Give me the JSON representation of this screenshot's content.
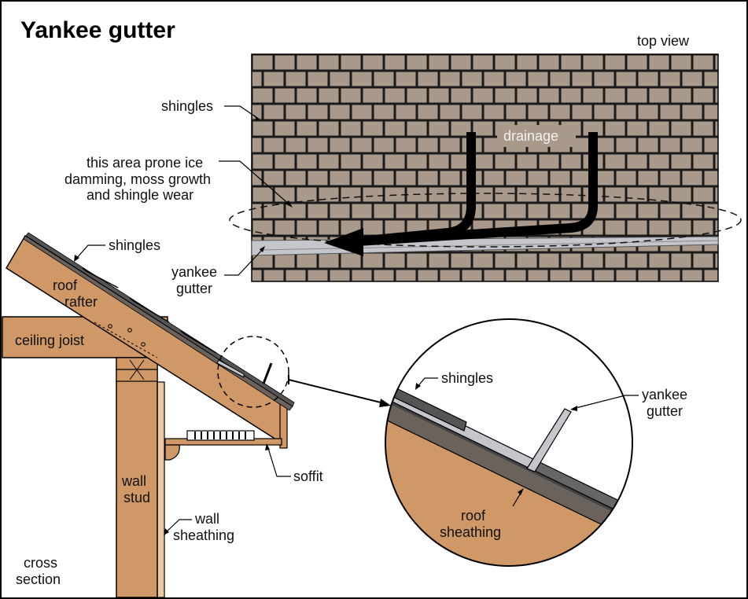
{
  "title": "Yankee gutter",
  "views": {
    "top_view": "top view",
    "cross_section": [
      "cross",
      "section"
    ]
  },
  "labels": {
    "shingles_top": "shingles",
    "prone_area": [
      "this area prone ice",
      "damming, moss growth",
      "and shingle wear"
    ],
    "drainage": "drainage",
    "shingles_rafter": "shingles",
    "yankee_gutter_left": [
      "yankee",
      "gutter"
    ],
    "roof_rafter": [
      "roof",
      "rafter"
    ],
    "ceiling_joist": "ceiling joist",
    "soffit": "soffit",
    "wall_stud": [
      "wall",
      "stud"
    ],
    "wall_sheathing": [
      "wall",
      "sheathing"
    ],
    "shingles_detail": "shingles",
    "yankee_gutter_detail": [
      "yankee",
      "gutter"
    ],
    "roof_sheathing": [
      "roof",
      "sheathing"
    ]
  },
  "colors": {
    "wood": "#D09866",
    "shingle_brick": "#A8998A",
    "mortar": "#1A1A1A",
    "gutter": "#C4C6CB",
    "sheathing_dark": "#6B625B",
    "shingle_dark": "#555555",
    "wall_sheathing": "#EFC9A4"
  }
}
